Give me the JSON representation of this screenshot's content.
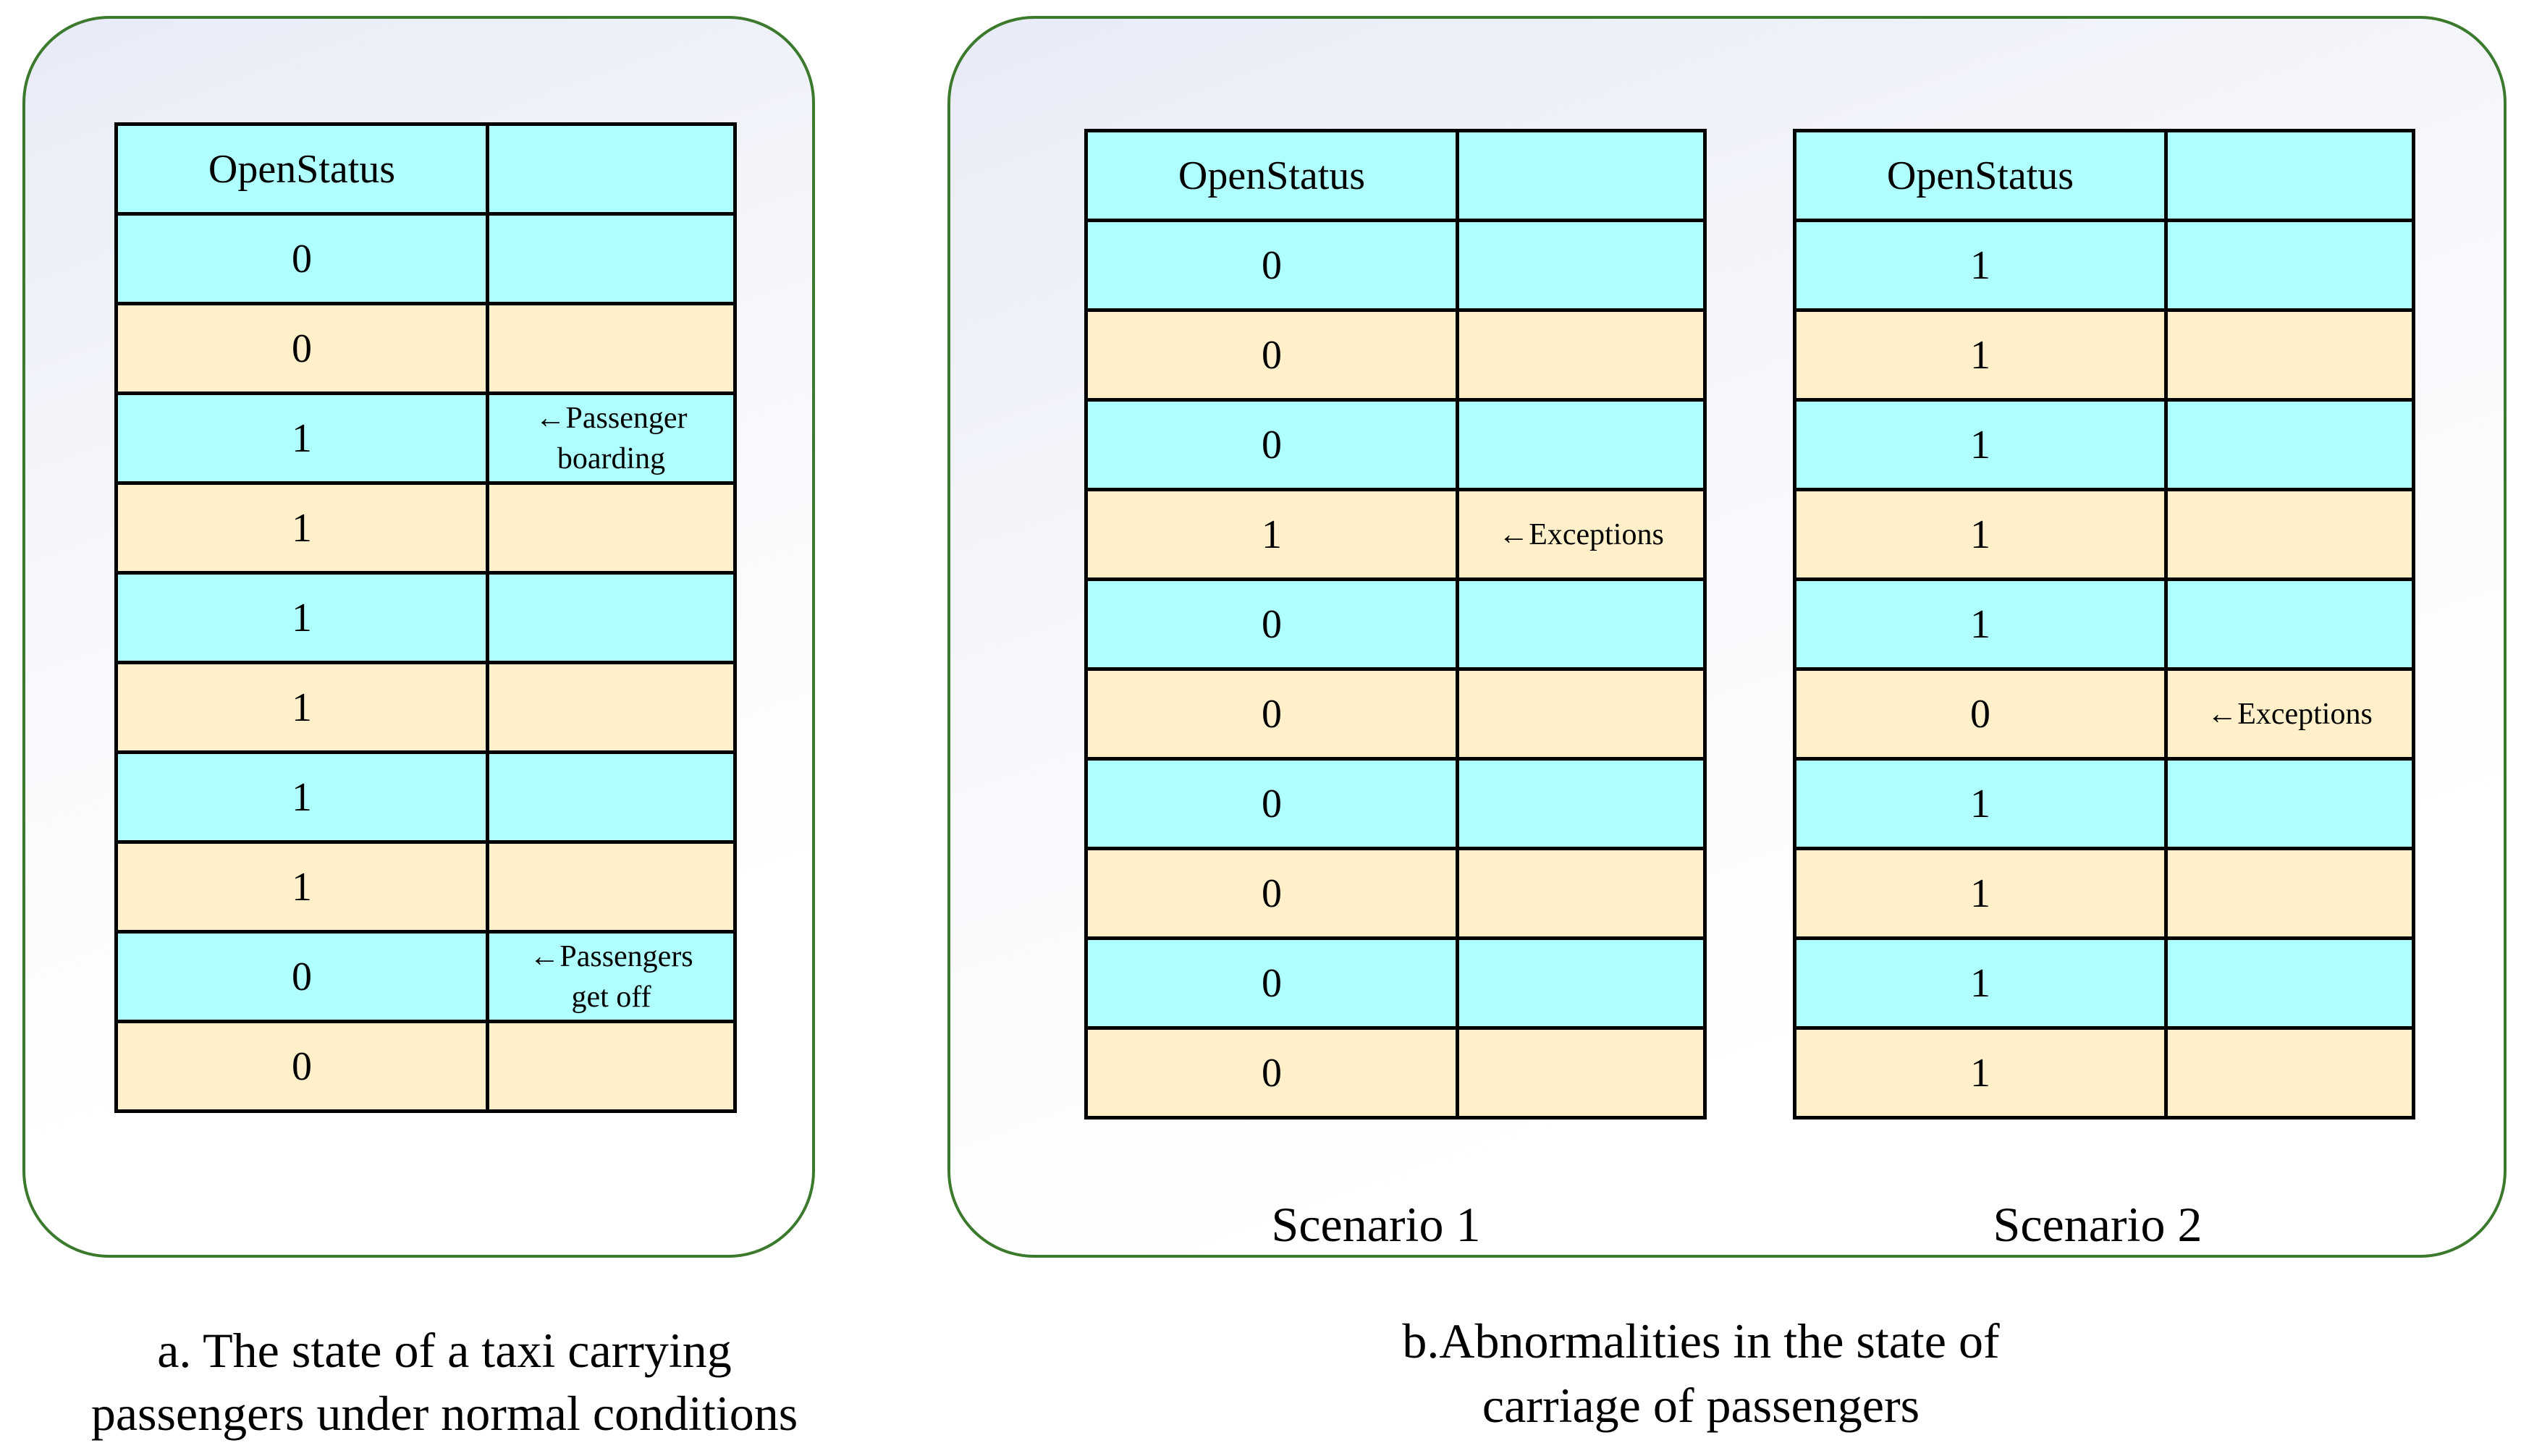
{
  "colors": {
    "cyan_row": "#b0ffff",
    "beige_row": "#fff0c9",
    "panel_border": "#3b7a2c"
  },
  "panel_a": {
    "table": {
      "header": "OpenStatus",
      "rows": [
        {
          "value": "0",
          "note": ""
        },
        {
          "value": "0",
          "note": ""
        },
        {
          "value": "1",
          "note": "←Passenger\nboarding"
        },
        {
          "value": "1",
          "note": ""
        },
        {
          "value": "1",
          "note": ""
        },
        {
          "value": "1",
          "note": ""
        },
        {
          "value": "1",
          "note": ""
        },
        {
          "value": "1",
          "note": ""
        },
        {
          "value": "0",
          "note": "←Passengers\nget off"
        },
        {
          "value": "0",
          "note": ""
        }
      ]
    },
    "caption_line1": "a. The state of a taxi carrying",
    "caption_line2": "passengers under normal conditions"
  },
  "panel_b": {
    "scenario1": {
      "label": "Scenario 1",
      "table": {
        "header": "OpenStatus",
        "rows": [
          {
            "value": "0",
            "note": ""
          },
          {
            "value": "0",
            "note": ""
          },
          {
            "value": "0",
            "note": ""
          },
          {
            "value": "1",
            "note": "←Exceptions"
          },
          {
            "value": "0",
            "note": ""
          },
          {
            "value": "0",
            "note": ""
          },
          {
            "value": "0",
            "note": ""
          },
          {
            "value": "0",
            "note": ""
          },
          {
            "value": "0",
            "note": ""
          },
          {
            "value": "0",
            "note": ""
          }
        ]
      }
    },
    "scenario2": {
      "label": "Scenario 2",
      "table": {
        "header": "OpenStatus",
        "rows": [
          {
            "value": "1",
            "note": ""
          },
          {
            "value": "1",
            "note": ""
          },
          {
            "value": "1",
            "note": ""
          },
          {
            "value": "1",
            "note": ""
          },
          {
            "value": "1",
            "note": ""
          },
          {
            "value": "0",
            "note": "←Exceptions"
          },
          {
            "value": "1",
            "note": ""
          },
          {
            "value": "1",
            "note": ""
          },
          {
            "value": "1",
            "note": ""
          },
          {
            "value": "1",
            "note": ""
          }
        ]
      }
    },
    "caption_line1": "b.Abnormalities in the state of",
    "caption_line2": "carriage of passengers"
  }
}
